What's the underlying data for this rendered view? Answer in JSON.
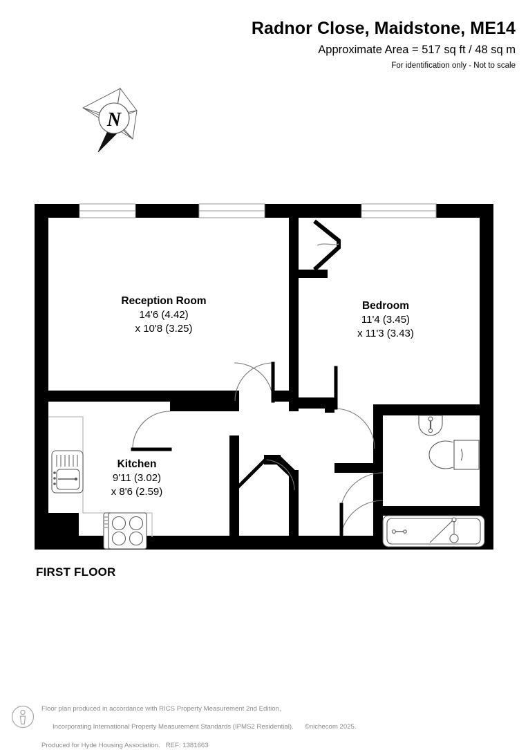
{
  "header": {
    "title": "Radnor Close, Maidstone, ME14",
    "area": "Approximate Area = 517 sq ft / 48 sq m",
    "note": "For identification only - Not to scale"
  },
  "compass": {
    "label": "N",
    "name": "north-compass-rose"
  },
  "floor": {
    "label": "FIRST FLOOR"
  },
  "rooms": [
    {
      "name": "Reception Room",
      "dim1": "14'6 (4.42)",
      "dim2": "x 10'8 (3.25)"
    },
    {
      "name": "Bedroom",
      "dim1": "11'4 (3.45)",
      "dim2": "x 11'3 (3.43)"
    },
    {
      "name": "Kitchen",
      "dim1": "9'11 (3.02)",
      "dim2": "x 8'6 (2.59)"
    }
  ],
  "fixtures": {
    "sink": "kitchen-sink",
    "hob": "kitchen-hob",
    "washbasin": "bathroom-washbasin",
    "toilet": "bathroom-toilet",
    "bath": "bathroom-bathtub"
  },
  "footer": {
    "line1": "Floor plan produced in accordance with RICS Property Measurement 2nd Edition,",
    "line2": "Incorporating International Property Measurement Standards (IPMS2 Residential).",
    "copyright": "©nichecom 2025.",
    "line3": "Produced for Hyde Housing Association.   REF: 1381663"
  },
  "colors": {
    "wall": "#000000",
    "background": "#ffffff",
    "fixture_line": "#3a3a3a",
    "footer_text": "#8a8a8a"
  }
}
